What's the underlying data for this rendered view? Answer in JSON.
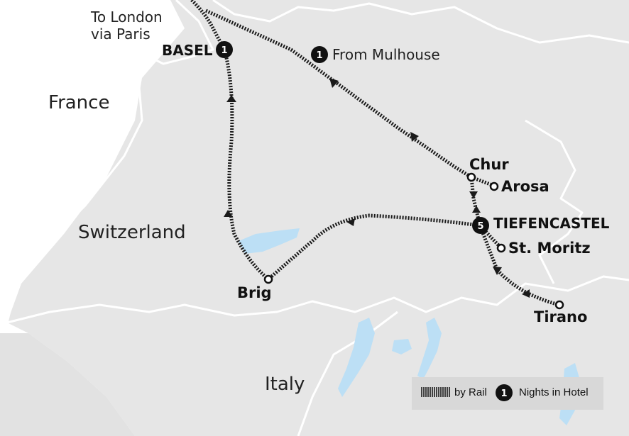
{
  "origin": {
    "line1": "To London",
    "line2": "via Paris"
  },
  "from_mulhouse": {
    "nights": "1",
    "label": "From Mulhouse"
  },
  "countries": {
    "france": "France",
    "switzerland": "Switzerland",
    "italy": "Italy"
  },
  "stops": {
    "basel": {
      "name": "BASEL",
      "nights": "1"
    },
    "chur": {
      "name": "Chur"
    },
    "arosa": {
      "name": "Arosa"
    },
    "tiefencastel": {
      "name": "TIEFENCASTEL",
      "nights": "5"
    },
    "st_moritz": {
      "name": "St. Moritz"
    },
    "tirano": {
      "name": "Tirano"
    },
    "brig": {
      "name": "Brig"
    }
  },
  "legend": {
    "rail_label": "by Rail",
    "nights_badge": "1",
    "nights_label": "Nights in Hotel"
  },
  "colors": {
    "land": "#e6e6e6",
    "border": "#ffffff",
    "lake": "#bcdff5",
    "route": "#1a1a1a",
    "legend_bg": "#d8d8d8"
  }
}
